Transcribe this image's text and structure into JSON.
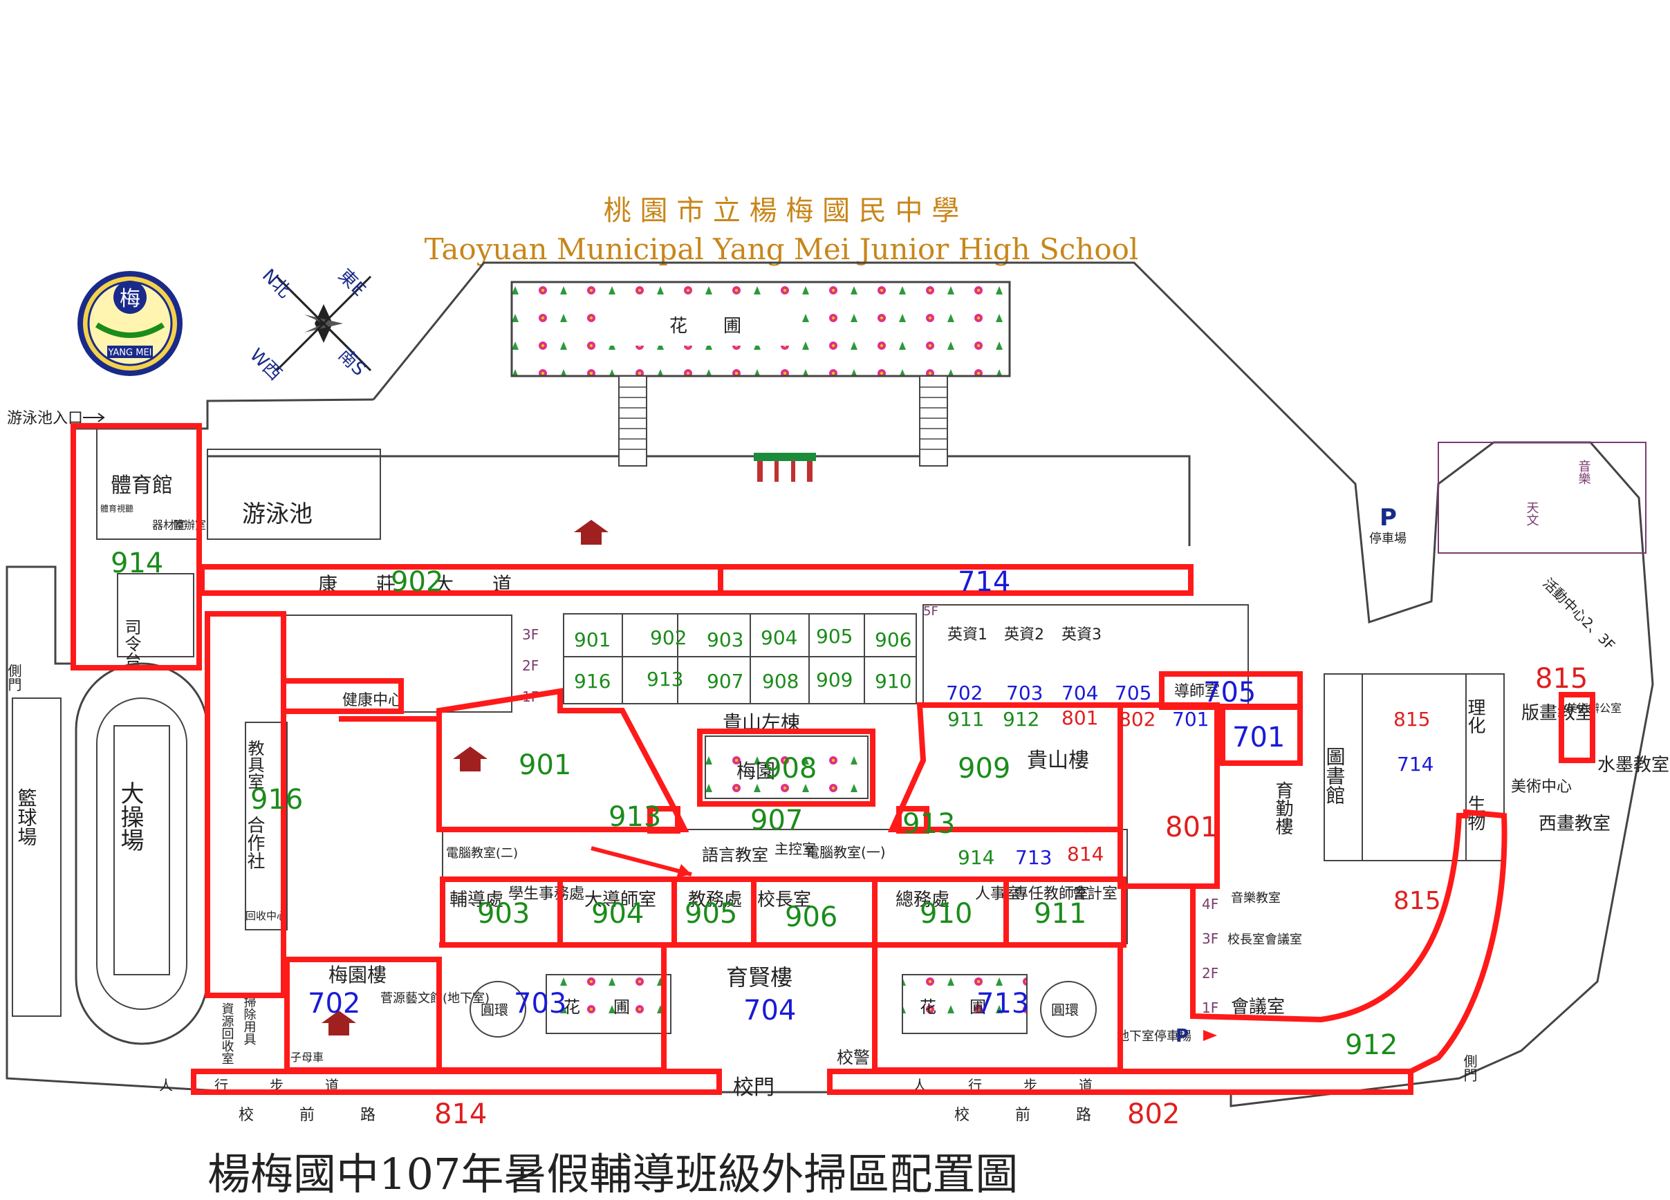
{
  "title_cn": "桃 園 市 立 楊 梅 國 民 中 學",
  "title_en": "Taoyuan Municipal Yang Mei Junior High School",
  "footer_title": "楊梅國中107年暑假輔導班級外掃區配置圖",
  "logo": {
    "text": "YANG MEI",
    "char": "梅"
  },
  "compass": {
    "n": "N北",
    "e": "東E",
    "w": "W西",
    "s": "南S"
  },
  "colors": {
    "zone_border": "#ff1a1a",
    "class_7": "#1a1ad6",
    "class_8": "#e01e1e",
    "class_9": "#1a8c1a",
    "title": "#c8861a",
    "floor": "#7a3a6e"
  },
  "places": {
    "pool_entrance": "游泳池入口",
    "gym": "體育館",
    "gym_sub1": "器材室",
    "gym_sub2": "體辦室",
    "gym_sub3": "體育視聽",
    "pool": "游泳池",
    "stage": "司令台",
    "side_gate": "側門",
    "basketball": "籃球場",
    "field": "大操場",
    "flower_bed": "花　　圃",
    "kangzhuang": "康　　莊　　大　　道",
    "parking": "停車場",
    "health_center": "健康中心",
    "equipment_room": "教具室",
    "coop": "合作社",
    "recycle_center": "回收中心",
    "guishan_left": "貴山左棟",
    "guishan": "貴山樓",
    "meiyuan_garden": "梅園",
    "meiyuan_building": "梅園樓",
    "yuxian_building": "育賢樓",
    "yuqin_building": "育勤樓",
    "library": "圖書館",
    "art_center": "美術中心",
    "print_room": "版畫教室",
    "ink_room": "水墨教室",
    "western_room": "西畫教室",
    "art_office": "美術辦公室",
    "guidance": "輔導處",
    "student_affairs": "學生事務處",
    "teacher_room": "大導師室",
    "academic": "教務處",
    "principal": "校長室",
    "general_affairs": "總務處",
    "personnel": "人事室",
    "specialist": "專任教師室",
    "accounting": "會計室",
    "language_room": "語言教室",
    "control_room": "主控室",
    "computer1": "電腦教室(一)",
    "computer2": "電腦教室(二)",
    "yingzi1": "英資1",
    "yingzi2": "英資2",
    "yingzi3": "英資3",
    "daoshi": "導師室",
    "ring": "圓環",
    "gate": "校門",
    "guard": "校警",
    "sidewalk": "人　　　行　　　步　　　道",
    "front_road": "校　　　前　　　路",
    "basement_parking": "地下室停車場",
    "meeting_room": "會議室",
    "music_room": "音樂教室",
    "principal_meeting": "校長室會議室",
    "art_basement": "菅源藝文館(地下室)",
    "resource_recycle": "資源回收室",
    "cleaning_tools": "掃除用具",
    "parent_car": "子母車",
    "activity_center": "活動中心2、3F",
    "tianwen": "天文",
    "yinyue": "音樂",
    "science": "理化",
    "bio": "生物"
  },
  "zones": {
    "z914a": "914",
    "z902": "902",
    "z714a": "714",
    "z916a": "916",
    "z901": "901",
    "z908": "908",
    "z909": "909",
    "z913": "913",
    "z907": "907",
    "z913b": "913",
    "z903": "903",
    "z904": "904",
    "z905": "905",
    "z906": "906",
    "z910": "910",
    "z911": "911",
    "z702": "702",
    "z703": "703",
    "z704": "704",
    "z713": "713",
    "z814": "814",
    "z802": "802",
    "z801": "801",
    "z912": "912",
    "z815a": "815",
    "z815b": "815",
    "z705": "705",
    "z701": "701"
  },
  "rooms": {
    "r901": "901",
    "r902": "902",
    "r903": "903",
    "r904": "904",
    "r905": "905",
    "r906": "906",
    "r916": "916",
    "r913": "913",
    "r907": "907",
    "r908": "908",
    "r909": "909",
    "r910": "910",
    "r702": "702",
    "r703": "703",
    "r704": "704",
    "r705": "705",
    "r911": "911",
    "r912": "912",
    "r801": "801",
    "r802": "802",
    "r701": "701",
    "r914": "914",
    "r713": "713",
    "r814": "814",
    "r815": "815",
    "r714": "714"
  },
  "floors": {
    "f1": "1F",
    "f2": "2F",
    "f3": "3F",
    "f4": "4F",
    "f5": "5F"
  }
}
